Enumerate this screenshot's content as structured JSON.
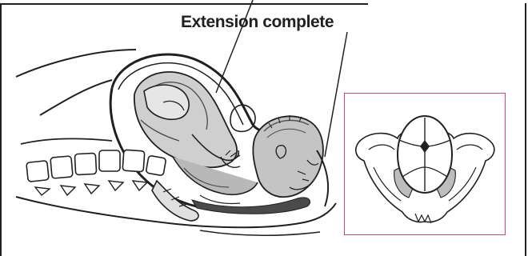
{
  "figure": {
    "title": "Extension complete"
  },
  "colors": {
    "line": "#231f20",
    "inset_border": "#d4476c",
    "fetus_shading": "#8a8a8a",
    "dark_shading": "#4a4a4a"
  },
  "icons": {
    "main": "fetus-in-birth-canal-illustration",
    "inset": "pelvic-outlet-fetal-head-illustration"
  }
}
